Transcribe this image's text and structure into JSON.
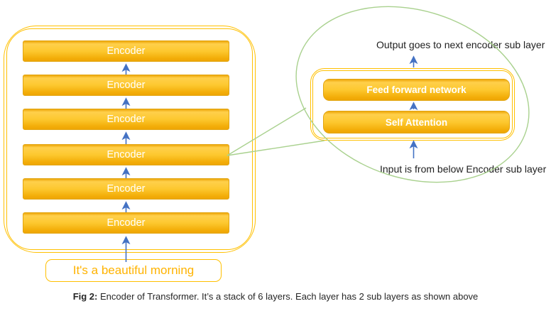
{
  "colors": {
    "gold": "#FFC000",
    "green": "#A9D18E",
    "blue": "#4472C4"
  },
  "stack": {
    "layers": [
      "Encoder",
      "Encoder",
      "Encoder",
      "Encoder",
      "Encoder",
      "Encoder"
    ],
    "input_label": "It's a beautiful morning"
  },
  "callout": {
    "output_note": "Output goes to next encoder sub layer",
    "sublayers": {
      "feed_forward": "Feed forward network",
      "self_attention": "Self Attention"
    },
    "input_note": "Input is from below Encoder sub layer"
  },
  "caption": {
    "prefix": "Fig 2:",
    "text": "Encoder of Transformer. It’s a stack of 6 layers. Each layer has 2 sub layers as shown above"
  }
}
